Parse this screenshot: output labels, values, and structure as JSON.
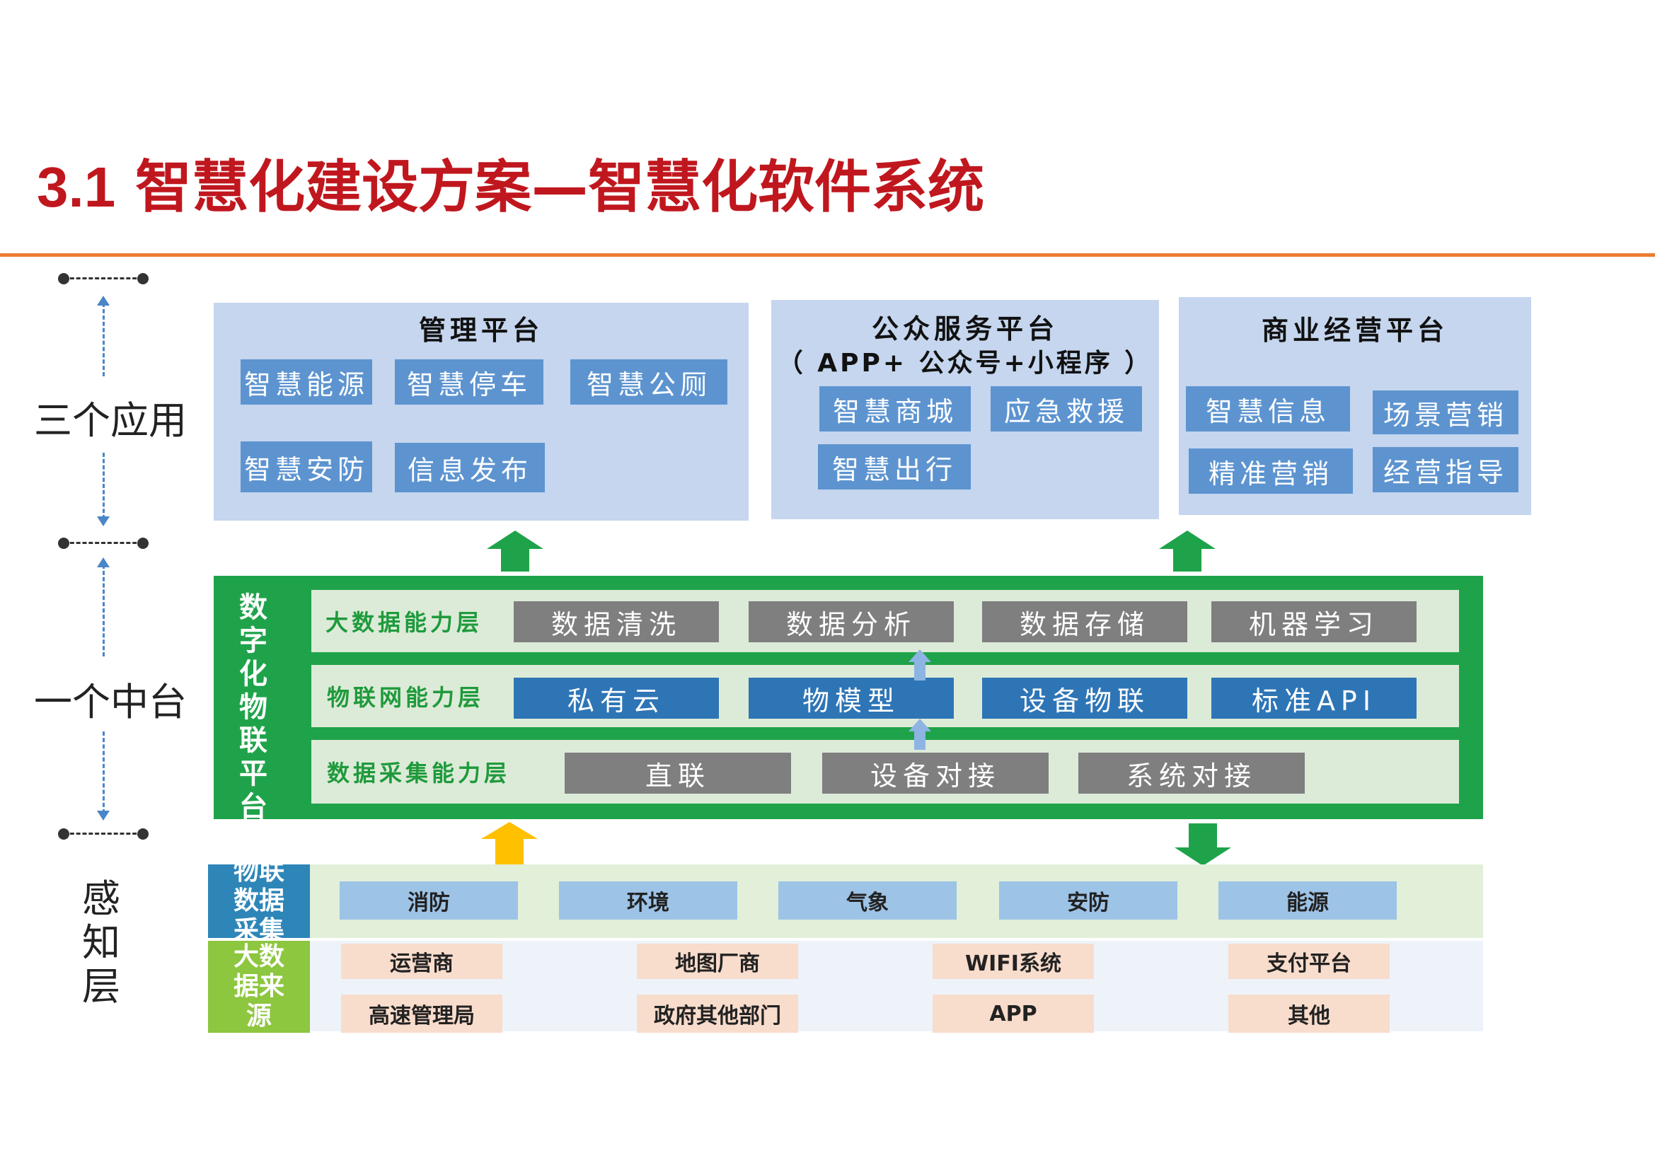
{
  "title": {
    "number": "3.1",
    "text": "智慧化建设方案—智慧化软件系统"
  },
  "levels": {
    "apps": "三个应用",
    "platform": "一个中台",
    "sensing": "感知层"
  },
  "apps": {
    "management": {
      "title": "管理平台",
      "items": [
        "智慧能源",
        "智慧停车",
        "智慧公厕",
        "智慧安防",
        "信息发布"
      ]
    },
    "public": {
      "title": "公众服务平台",
      "subtitle": "（ APP+ 公众号+小程序 ）",
      "items": [
        "智慧商城",
        "应急救援",
        "智慧出行"
      ]
    },
    "business": {
      "title": "商业经营平台",
      "items": [
        "智慧信息",
        "场景营销",
        "精准营销",
        "经营指导"
      ]
    }
  },
  "platform": {
    "side_label": "数字化物联平台",
    "layers": [
      {
        "label": "大数据能力层",
        "items": [
          "数据清洗",
          "数据分析",
          "数据存储",
          "机器学习"
        ]
      },
      {
        "label": "物联网能力层",
        "items": [
          "私有云",
          "物模型",
          "设备物联",
          "标准API"
        ]
      },
      {
        "label": "数据采集能力层",
        "items": [
          "直联",
          "设备对接",
          "系统对接"
        ]
      }
    ]
  },
  "sensing": {
    "iot": {
      "label": "物联数据采集",
      "items": [
        "消防",
        "环境",
        "气象",
        "安防",
        "能源"
      ]
    },
    "bigdata": {
      "label": "大数据来源",
      "items": [
        "运营商",
        "地图厂商",
        "WIFI系统",
        "支付平台",
        "高速管理局",
        "政府其他部门",
        "APP",
        "其他"
      ]
    }
  },
  "colors": {
    "title": "#c0171e",
    "rule": "#ed7d31",
    "platform_green": "#1fa34a",
    "up_arrow_yellow": "#ffc000"
  },
  "icons": [
    "up-arrow-icon",
    "down-arrow-icon",
    "dashed-double-arrow-icon"
  ]
}
